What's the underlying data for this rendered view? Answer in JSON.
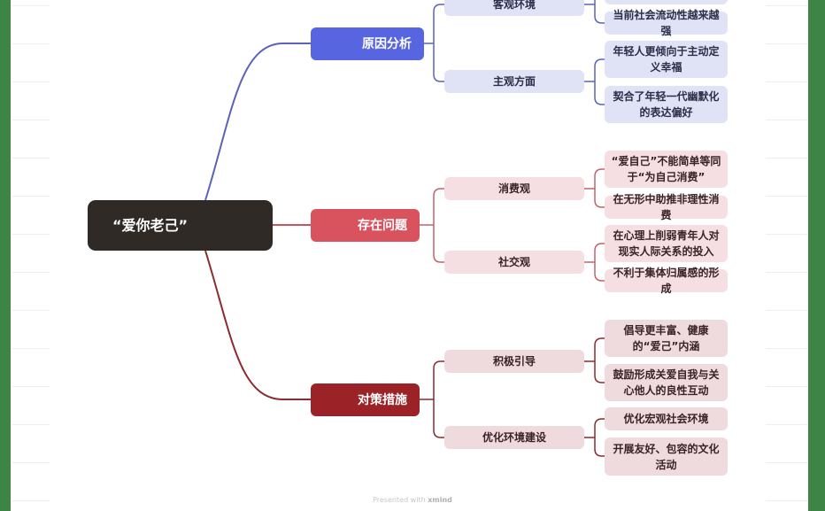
{
  "root": {
    "label": "“爱你老己”",
    "color": "#2f2a25"
  },
  "branches": [
    {
      "label": "原因分析",
      "color": "#5865e0",
      "subs": [
        {
          "label": "客观环境",
          "leaves": [
            "当前社会流动性越来越强"
          ]
        },
        {
          "label": "主观方面",
          "leaves": [
            "年轻人更倾向于主动定义幸福",
            "契合了年轻一代幽默化的表达偏好"
          ]
        }
      ]
    },
    {
      "label": "存在问题",
      "color": "#d9535f",
      "subs": [
        {
          "label": "消费观",
          "leaves": [
            "“爱自己”不能简单等同于“为自己消费”",
            "在无形中助推非理性消费"
          ]
        },
        {
          "label": "社交观",
          "leaves": [
            "在心理上削弱青年人对现实人际关系的投入",
            "不利于集体归属感的形成"
          ]
        }
      ]
    },
    {
      "label": "对策措施",
      "color": "#9b2226",
      "subs": [
        {
          "label": "积极引导",
          "leaves": [
            "倡导更丰富、健康的“爱己”内涵",
            "鼓励形成关爱自我与关心他人的良性互动"
          ]
        },
        {
          "label": "优化环境建设",
          "leaves": [
            "优化宏观社会环境",
            "开展友好、包容的文化活动"
          ]
        }
      ]
    }
  ],
  "footer": {
    "prefix": "Presented with",
    "brand": "xmind"
  }
}
